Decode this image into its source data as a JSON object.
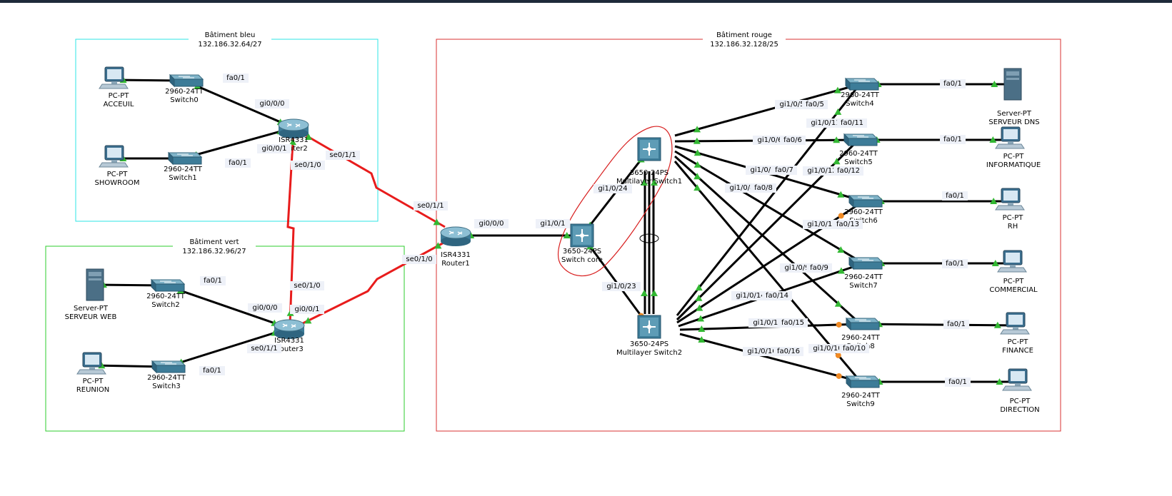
{
  "colors": {
    "zone_blue": "#2ee6e6",
    "zone_green": "#2ecc2e",
    "zone_red": "#d93030",
    "link_up": "#33b833",
    "link_partial": "#f08a24",
    "serial": "#e81c1c",
    "annotation": "#d81f1f"
  },
  "zones": [
    {
      "id": "bleu",
      "title": "Bâtiment bleu",
      "subnet": "132.186.32.64/27"
    },
    {
      "id": "vert",
      "title": "Bâtiment vert",
      "subnet": "132.186.32.96/27"
    },
    {
      "id": "rouge",
      "title": "Bâtiment rouge",
      "subnet": "132.186.32.128/25"
    }
  ],
  "devices": [
    {
      "id": "pc_acceuil",
      "kind": "pc",
      "icon": "pc-icon",
      "type": "PC-PT",
      "name": "ACCEUIL"
    },
    {
      "id": "sw0",
      "kind": "switch",
      "icon": "switch-icon",
      "type": "2960-24TT",
      "name": "Switch0"
    },
    {
      "id": "pc_showroom",
      "kind": "pc",
      "icon": "pc-icon",
      "type": "PC-PT",
      "name": "SHOWROOM"
    },
    {
      "id": "sw1",
      "kind": "switch",
      "icon": "switch-icon",
      "type": "2960-24TT",
      "name": "Switch1"
    },
    {
      "id": "r2",
      "kind": "router",
      "icon": "router-icon",
      "type": "ISR4331",
      "name": "Router2"
    },
    {
      "id": "srv_web",
      "kind": "server",
      "icon": "server-icon",
      "type": "Server-PT",
      "name": "SERVEUR WEB"
    },
    {
      "id": "sw2",
      "kind": "switch",
      "icon": "switch-icon",
      "type": "2960-24TT",
      "name": "Switch2"
    },
    {
      "id": "pc_reunion",
      "kind": "pc",
      "icon": "pc-icon",
      "type": "PC-PT",
      "name": "REUNION"
    },
    {
      "id": "sw3",
      "kind": "switch",
      "icon": "switch-icon",
      "type": "2960-24TT",
      "name": "Switch3"
    },
    {
      "id": "r3",
      "kind": "router",
      "icon": "router-icon",
      "type": "ISR4331",
      "name": "Router3"
    },
    {
      "id": "r1",
      "kind": "router",
      "icon": "router-icon",
      "type": "ISR4331",
      "name": "Router1"
    },
    {
      "id": "core",
      "kind": "l3switch",
      "icon": "multilayer-switch-icon",
      "type": "3650-24PS",
      "name": "Switch core"
    },
    {
      "id": "mls1",
      "kind": "l3switch",
      "icon": "multilayer-switch-icon",
      "type": "3650-24PS",
      "name": "Multilayer Switch1"
    },
    {
      "id": "mls2",
      "kind": "l3switch",
      "icon": "multilayer-switch-icon",
      "type": "3650-24PS",
      "name": "Multilayer Switch2"
    },
    {
      "id": "sw4",
      "kind": "switch",
      "icon": "switch-icon",
      "type": "2960-24TT",
      "name": "Switch4"
    },
    {
      "id": "sw5",
      "kind": "switch",
      "icon": "switch-icon",
      "type": "2960-24TT",
      "name": "Switch5"
    },
    {
      "id": "sw6",
      "kind": "switch",
      "icon": "switch-icon",
      "type": "2960-24TT",
      "name": "Switch6"
    },
    {
      "id": "sw7",
      "kind": "switch",
      "icon": "switch-icon",
      "type": "2960-24TT",
      "name": "Switch7"
    },
    {
      "id": "sw8",
      "kind": "switch",
      "icon": "switch-icon",
      "type": "2960-24TT",
      "name": "Switch8"
    },
    {
      "id": "sw9",
      "kind": "switch",
      "icon": "switch-icon",
      "type": "2960-24TT",
      "name": "Switch9"
    },
    {
      "id": "srv_dns",
      "kind": "server",
      "icon": "server-icon",
      "type": "Server-PT",
      "name": "SERVEUR DNS"
    },
    {
      "id": "pc_info",
      "kind": "pc",
      "icon": "pc-icon",
      "type": "PC-PT",
      "name": "INFORMATIQUE"
    },
    {
      "id": "pc_rh",
      "kind": "pc",
      "icon": "pc-icon",
      "type": "PC-PT",
      "name": "RH"
    },
    {
      "id": "pc_comm",
      "kind": "pc",
      "icon": "pc-icon",
      "type": "PC-PT",
      "name": "COMMERCIAL"
    },
    {
      "id": "pc_fin",
      "kind": "pc",
      "icon": "pc-icon",
      "type": "PC-PT",
      "name": "FINANCE"
    },
    {
      "id": "pc_dir",
      "kind": "pc",
      "icon": "pc-icon",
      "type": "PC-PT",
      "name": "DIRECTION"
    }
  ],
  "links": [
    {
      "from": "pc_acceuil",
      "to": "sw0",
      "type": "ethernet",
      "status": "up"
    },
    {
      "from": "pc_showroom",
      "to": "sw1",
      "type": "ethernet",
      "status": "up"
    },
    {
      "from": "sw0",
      "to": "r2",
      "type": "ethernet",
      "status": "up"
    },
    {
      "from": "sw1",
      "to": "r2",
      "type": "ethernet",
      "status": "up"
    },
    {
      "from": "srv_web",
      "to": "sw2",
      "type": "ethernet",
      "status": "up"
    },
    {
      "from": "pc_reunion",
      "to": "sw3",
      "type": "ethernet",
      "status": "up"
    },
    {
      "from": "sw2",
      "to": "r3",
      "type": "ethernet",
      "status": "up"
    },
    {
      "from": "sw3",
      "to": "r3",
      "type": "ethernet",
      "status": "up"
    },
    {
      "from": "r2",
      "to": "r3",
      "type": "serial",
      "status": "up"
    },
    {
      "from": "r2",
      "to": "r1",
      "type": "serial",
      "status": "up"
    },
    {
      "from": "r3",
      "to": "r1",
      "type": "serial",
      "status": "up"
    },
    {
      "from": "r1",
      "to": "core",
      "type": "ethernet",
      "status": "up"
    },
    {
      "from": "core",
      "to": "mls1",
      "type": "ethernet",
      "status": "up"
    },
    {
      "from": "core",
      "to": "mls2",
      "type": "ethernet",
      "status": "partial"
    },
    {
      "from": "mls1",
      "to": "mls2",
      "type": "etherchannel",
      "status": "up"
    },
    {
      "from": "mls1",
      "to": "sw4",
      "type": "ethernet",
      "status": "up"
    },
    {
      "from": "mls1",
      "to": "sw5",
      "type": "ethernet",
      "status": "up"
    },
    {
      "from": "mls1",
      "to": "sw6",
      "type": "ethernet",
      "status": "up"
    },
    {
      "from": "mls1",
      "to": "sw7",
      "type": "ethernet",
      "status": "up"
    },
    {
      "from": "mls1",
      "to": "sw8",
      "type": "ethernet",
      "status": "up"
    },
    {
      "from": "mls1",
      "to": "sw9",
      "type": "ethernet",
      "status": "partial"
    },
    {
      "from": "mls2",
      "to": "sw4",
      "type": "ethernet",
      "status": "up"
    },
    {
      "from": "mls2",
      "to": "sw5",
      "type": "ethernet",
      "status": "up"
    },
    {
      "from": "mls2",
      "to": "sw6",
      "type": "ethernet",
      "status": "partial"
    },
    {
      "from": "mls2",
      "to": "sw7",
      "type": "ethernet",
      "status": "up"
    },
    {
      "from": "mls2",
      "to": "sw8",
      "type": "ethernet",
      "status": "partial"
    },
    {
      "from": "mls2",
      "to": "sw9",
      "type": "ethernet",
      "status": "partial"
    },
    {
      "from": "sw4",
      "to": "srv_dns",
      "type": "ethernet",
      "status": "up"
    },
    {
      "from": "sw5",
      "to": "pc_info",
      "type": "ethernet",
      "status": "up"
    },
    {
      "from": "sw6",
      "to": "pc_rh",
      "type": "ethernet",
      "status": "up"
    },
    {
      "from": "sw7",
      "to": "pc_comm",
      "type": "ethernet",
      "status": "up"
    },
    {
      "from": "sw8",
      "to": "pc_fin",
      "type": "ethernet",
      "status": "up"
    },
    {
      "from": "sw9",
      "to": "pc_dir",
      "type": "ethernet",
      "status": "up"
    }
  ],
  "port_labels": [
    "fa0/1",
    "gi0/0/0",
    "gi0/0/1",
    "fa0/1",
    "se0/1/0",
    "se0/1/1",
    "fa0/1",
    "gi0/0/0",
    "se0/1/1",
    "se0/1/0",
    "gi0/0/1",
    "fa0/1",
    "se0/1/1",
    "gi0/0/0",
    "se0/1/0",
    "gi1/0/1",
    "gi1/0/24",
    "gi1/0/23",
    "gi1/0/5",
    "fa0/5",
    "gi1/0/11",
    "fa0/11",
    "gi1/0/6",
    "fa0/6",
    "gi1/0/7",
    "fa0/7",
    "gi1/0/12",
    "fa0/12",
    "gi1/0/8",
    "fa0/8",
    "gi1/0/13",
    "fa0/13",
    "gi1/0/9",
    "fa0/9",
    "gi1/0/14",
    "fa0/14",
    "gi1/0/15",
    "fa0/15",
    "gi1/0/10",
    "fa0/10",
    "gi1/0/16",
    "fa0/16",
    "fa0/1",
    "fa0/1",
    "fa0/1",
    "fa0/1",
    "fa0/1",
    "fa0/1"
  ]
}
